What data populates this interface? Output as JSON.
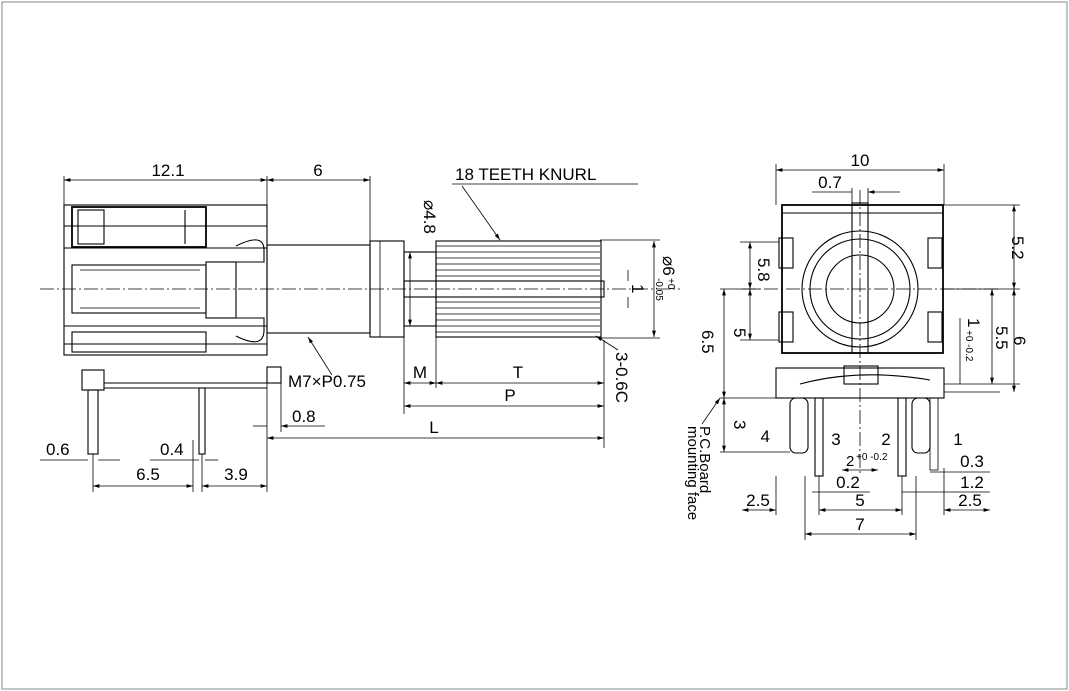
{
  "colors": {
    "line": "#000000",
    "background": "#ffffff",
    "frame": "#8a8a8a"
  },
  "side_view": {
    "dim_12_1": "12.1",
    "dim_6": "6",
    "knurl_label": "18 TEETH KNURL",
    "dia_4_8": "⌀4.8",
    "dia_6_main": "⌀6",
    "dia_6_tol_up": "+0",
    "dia_6_tol_down": "-0.05",
    "dim_1": "1",
    "thread_label": "M7×P0.75",
    "dim_M": "M",
    "dim_T": "T",
    "dim_P": "P",
    "chamfer_label": "3-0.6C",
    "dim_0_8": "0.8",
    "dim_L": "L",
    "dim_0_6": "0.6",
    "dim_0_4": "0.4",
    "dim_6_5": "6.5",
    "dim_3_9": "3.9"
  },
  "front_view": {
    "dim_10": "10",
    "dim_0_7": "0.7",
    "dim_5_2": "5.2",
    "dim_5_8": "5.8",
    "dim_6_5": "6.5",
    "dim_5": "5",
    "dim_1_main": "1",
    "dim_1_tol": "+0 -0.2",
    "dim_5_5": "5.5",
    "dim_6": "6",
    "mounting_face_line1": "P.C.Board",
    "mounting_face_line2": "mounting face",
    "dim_3": "3",
    "pin_4": "4",
    "pin_3": "3",
    "pin_2": "2",
    "pin_1": "1",
    "dim_2_main": "2",
    "dim_2_tol": "+0 -0.2",
    "dim_0_3": "0.3",
    "dim_0_2": "0.2",
    "dim_1_2": "1.2",
    "dim_2_5_left": "2.5",
    "dim_5_bottom": "5",
    "dim_2_5_right": "2.5",
    "dim_7": "7"
  }
}
